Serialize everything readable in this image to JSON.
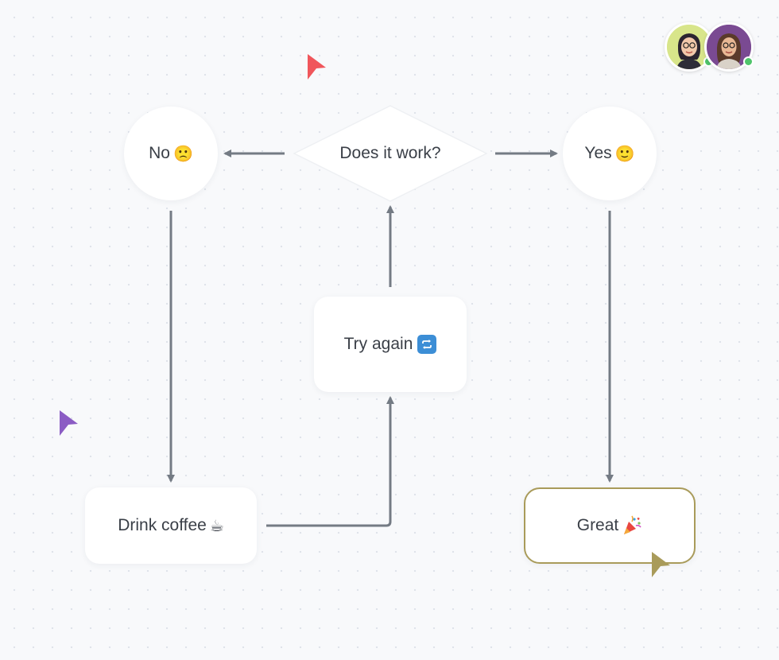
{
  "diagram": {
    "nodes": {
      "decision": {
        "label": "Does it work?"
      },
      "no": {
        "label": "No",
        "emoji": "🙁"
      },
      "yes": {
        "label": "Yes",
        "emoji": "🙂"
      },
      "try_again": {
        "label": "Try again",
        "emoji": "🔁"
      },
      "drink_coffee": {
        "label": "Drink coffee",
        "emoji": "☕"
      },
      "great": {
        "label": "Great",
        "emoji": "🎉"
      }
    },
    "edges": [
      {
        "from": "decision",
        "to": "no"
      },
      {
        "from": "decision",
        "to": "yes"
      },
      {
        "from": "no",
        "to": "drink_coffee"
      },
      {
        "from": "drink_coffee",
        "to": "try_again"
      },
      {
        "from": "try_again",
        "to": "decision"
      },
      {
        "from": "yes",
        "to": "great"
      }
    ],
    "selected_node": "great"
  },
  "collaborators": [
    {
      "ring_color": "#d8e58a",
      "online": true
    },
    {
      "ring_color": "#7a4a92",
      "online": true
    }
  ],
  "cursors": [
    {
      "color": "#f0565b"
    },
    {
      "color": "#8b5cc4"
    },
    {
      "color": "#a99b5a"
    }
  ],
  "colors": {
    "edge": "#747b84",
    "node_bg": "#ffffff",
    "text": "#3a3f47",
    "selection": "#a99b5a",
    "presence": "#4fc46b"
  }
}
